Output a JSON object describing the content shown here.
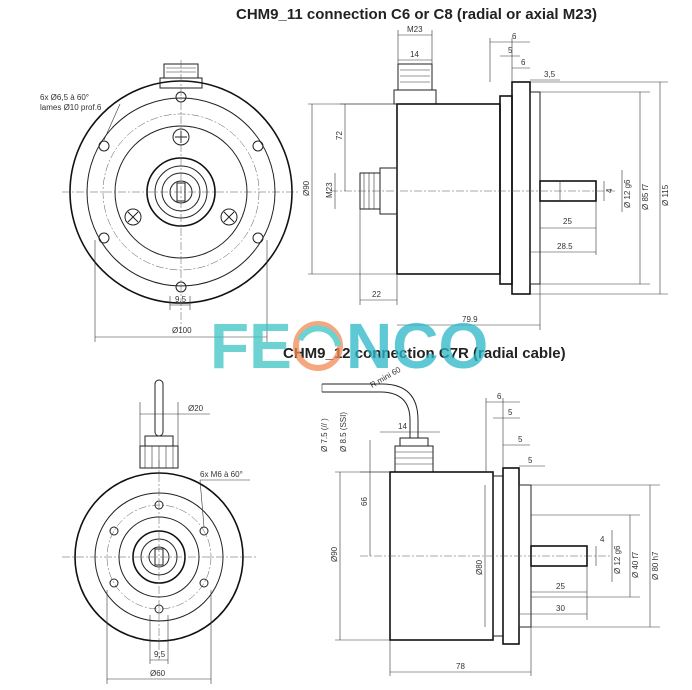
{
  "titles": {
    "top": "CHM9_11 connection C6 or C8 (radial or axial M23)",
    "bottom": "CHM9_12 connection C7R (radial cable)"
  },
  "watermark": {
    "text_left": "FE",
    "text_right": "NCO",
    "color_left": "#3cc3c3",
    "color_right": "#29b6c8",
    "accent": "#f28a55"
  },
  "top_front": {
    "holes_note_1": "6x Ø6,5 à 60°",
    "holes_note_2": "lames Ø10 prof.6",
    "dim_offset": "9,5",
    "dim_diameter": "Ø100"
  },
  "top_side": {
    "dim_m23_top": "M23",
    "dim_14": "14",
    "dim_72": "72",
    "dim_m23_side": "M23",
    "dim_d90": "Ø90",
    "dim_22": "22",
    "dim_79_9": "79.9",
    "dim_6": "6",
    "dim_5": "5",
    "dim_6b": "6",
    "dim_3_5": "3,5",
    "dim_4": "4",
    "dim_shaft": "Ø 12 g6",
    "dim_85": "Ø 85 f7",
    "dim_115": "Ø 115",
    "dim_25": "25",
    "dim_28_5": "28.5"
  },
  "bottom_front": {
    "dim_d20": "Ø20",
    "holes_note": "6x M6 à 60°",
    "dim_offset": "9,5",
    "dim_d60": "Ø60"
  },
  "bottom_side": {
    "radius_note": "R mini 60",
    "dim_cable_1": "Ø 7.5 (// )",
    "dim_cable_2": "Ø 8.5 (SSI)",
    "dim_14": "14",
    "dim_66": "66",
    "dim_d90": "Ø90",
    "dim_d80": "Ø80",
    "dim_6": "6",
    "dim_5": "5",
    "dim_5b": "5",
    "dim_5c": "5",
    "dim_4": "4",
    "dim_shaft": "Ø 12 g6",
    "dim_40": "Ø 40 f7",
    "dim_80h7": "Ø 80 h7",
    "dim_25": "25",
    "dim_30": "30",
    "dim_78": "78"
  }
}
